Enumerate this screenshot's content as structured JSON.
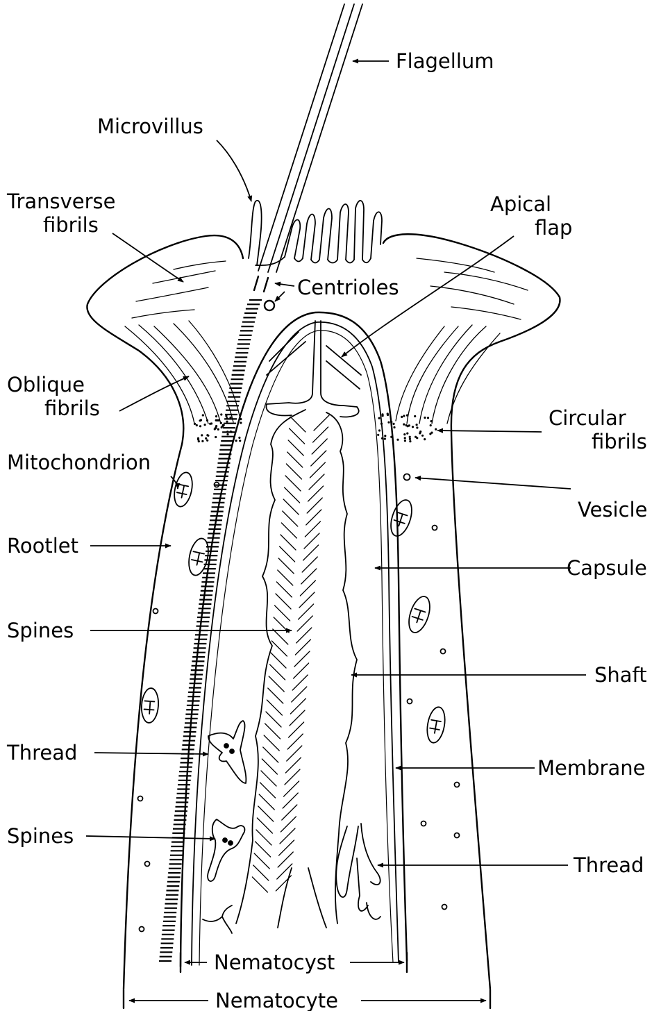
{
  "labels": {
    "flagellum": "Flagellum",
    "microvillus": "Microvillus",
    "transverse_fibrils_1": "Transverse",
    "transverse_fibrils_2": "fibrils",
    "apical_flap_1": "Apical",
    "apical_flap_2": "flap",
    "centrioles": "Centrioles",
    "oblique_fibrils_1": "Oblique",
    "oblique_fibrils_2": "fibrils",
    "circular_fibrils_1": "Circular",
    "circular_fibrils_2": "fibrils",
    "mitochondrion": "Mitochondrion",
    "vesicle": "Vesicle",
    "rootlet": "Rootlet",
    "capsule": "Capsule",
    "spines_upper": "Spines",
    "shaft": "Shaft",
    "thread_left": "Thread",
    "membrane": "Membrane",
    "spines_lower": "Spines",
    "thread_right": "Thread",
    "nematocyst": "Nematocyst",
    "nematocyte": "Nematocyte"
  }
}
